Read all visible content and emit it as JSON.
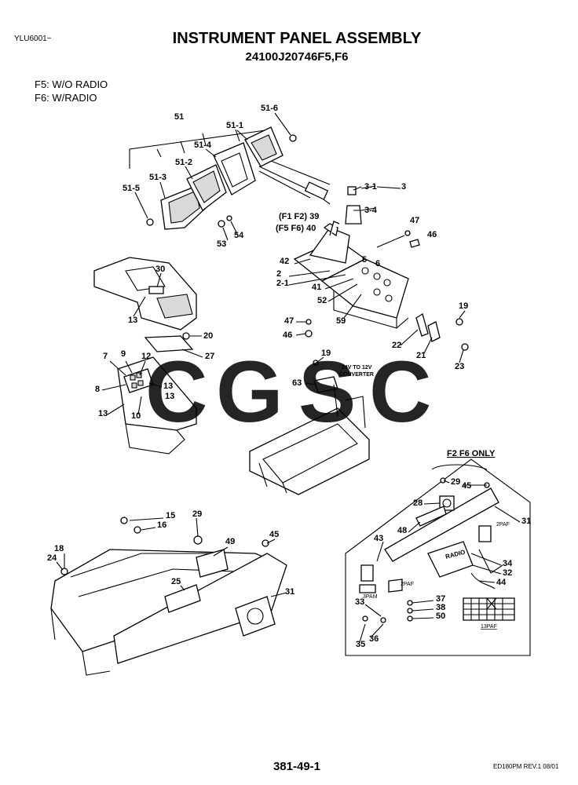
{
  "header": {
    "model_code": "YLU6001~",
    "title": "INSTRUMENT PANEL ASSEMBLY",
    "part_number": "24100J20746F5,F6"
  },
  "notes": [
    "F5: W/O RADIO",
    "F6: W/RADIO"
  ],
  "watermark": {
    "letters": [
      "C",
      "G",
      "S",
      "C"
    ],
    "colors": [
      "#5b8ff0",
      "#f07a6e",
      "#f6d246",
      "#6fc48d"
    ]
  },
  "variant_label": "F2 F6 ONLY",
  "variant_labels": [
    "(F1 F2) 39",
    "(F5 F6) 40"
  ],
  "converter_label": [
    "24V TO 12V",
    "CONVERTER"
  ],
  "inset_labels": {
    "radio": "RADIO",
    "conn_2p": "2PAF",
    "conn_3p": "3PAM",
    "conn_2p_b": "2PAF",
    "conn_13p": "13PAF"
  },
  "callouts": {
    "c51": "51",
    "c51_6": "51-6",
    "c51_1": "51-1",
    "c51_4": "51-4",
    "c51_2": "51-2",
    "c51_3": "51-3",
    "c51_5": "51-5",
    "c3_1": "3-1",
    "c3": "3",
    "c3_4": "3-4",
    "c47a": "47",
    "c46a": "46",
    "c42": "42",
    "c5": "5",
    "c6": "6",
    "c2": "2",
    "c2_1": "2-1",
    "c41": "41",
    "c52": "52",
    "c59": "59",
    "c19a": "19",
    "c47b": "47",
    "c46b": "46",
    "c22": "22",
    "c21": "21",
    "c23": "23",
    "c53": "53",
    "c54": "54",
    "c30": "30",
    "c13a": "13",
    "c20": "20",
    "c27": "27",
    "c7": "7",
    "c9": "9",
    "c12": "12",
    "c8": "8",
    "c13b": "13",
    "c13c": "13",
    "c13d": "13",
    "c10": "10",
    "c19b": "19",
    "c63": "63",
    "c29a": "29",
    "c45a": "45",
    "c28": "28",
    "c31a": "31",
    "c48": "48",
    "c43": "43",
    "c34": "34",
    "c32": "32",
    "c44": "44",
    "c37": "37",
    "c38": "38",
    "c50": "50",
    "c33": "33",
    "c35": "35",
    "c36": "36",
    "c15": "15",
    "c16": "16",
    "c29b": "29",
    "c45b": "45",
    "c18": "18",
    "c24": "24",
    "c49": "49",
    "c25": "25",
    "c31b": "31"
  },
  "footer": {
    "page_number": "381-49-1",
    "revision": "ED180PM REV.1 08/01"
  }
}
